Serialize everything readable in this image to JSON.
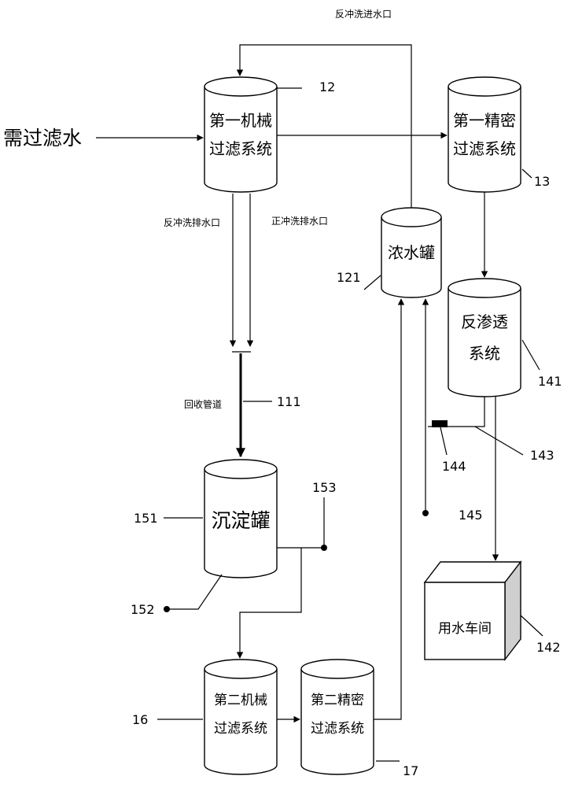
{
  "input": {
    "label": "需过滤水"
  },
  "pipe_labels": {
    "backwash_inlet": "反冲洗进水口",
    "backwash_drain": "反冲洗排水口",
    "forward_drain": "正冲洗排水口",
    "recovery_pipe": "回收管道"
  },
  "tanks": {
    "mech_filter_1": {
      "line1": "第一机械",
      "line2": "过滤系统",
      "number": "12"
    },
    "precision_filter_1": {
      "line1": "第一精密",
      "line2": "过滤系统",
      "number": "13"
    },
    "concentrate_tank": {
      "line1": "浓水罐",
      "number": "121"
    },
    "reverse_osmosis": {
      "line1": "反渗透",
      "line2": "系统",
      "number": "141"
    },
    "sedimentation_tank": {
      "line1": "沉淀罐",
      "number": "151"
    },
    "mech_filter_2": {
      "line1": "第二机械",
      "line2": "过滤系统",
      "number": "16"
    },
    "precision_filter_2": {
      "line1": "第二精密",
      "line2": "过滤系统",
      "number": "17"
    }
  },
  "workshop": {
    "label": "用水车间",
    "number": "142"
  },
  "numbers": {
    "recovery_pipe": "111",
    "ro_outlet_pipe": "143",
    "valve": "144",
    "valve_branch": "145",
    "sediment_outlet": "152",
    "sediment_upper_outlet": "153"
  }
}
